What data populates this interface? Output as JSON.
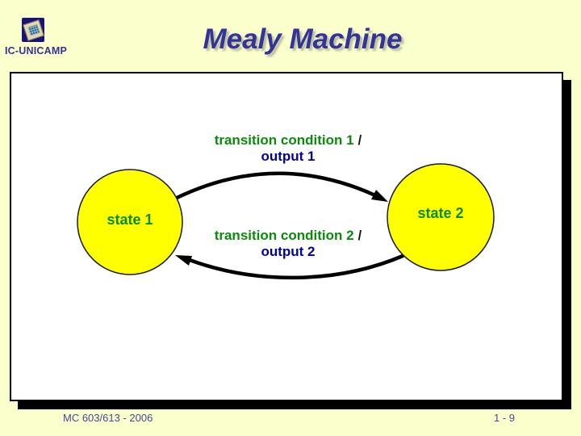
{
  "slide": {
    "logo": {
      "label": "IC-UNICAMP"
    },
    "title": "Mealy Machine",
    "footer": {
      "left": "MC 603/613 -  2006",
      "right": "1 - 9"
    }
  },
  "diagram": {
    "states": [
      {
        "label": "state 1"
      },
      {
        "label": "state 2"
      }
    ],
    "transitions": [
      {
        "from": "state 1",
        "to": "state 2",
        "condition": "transition condition 1",
        "separator": "/",
        "output": "output 1"
      },
      {
        "from": "state 2",
        "to": "state 1",
        "condition": "transition condition 2",
        "separator": "/",
        "output": "output 2"
      }
    ],
    "colors": {
      "background": "#FAFFCC",
      "panel": "#FFFFFF",
      "state_fill": "#FFFF00",
      "state_label": "#0B8A0B",
      "condition_text": "#0B8A0B",
      "output_text": "#0000A1",
      "arrow": "#000000",
      "title_text": "#333399",
      "footer_text": "#47479A"
    }
  }
}
